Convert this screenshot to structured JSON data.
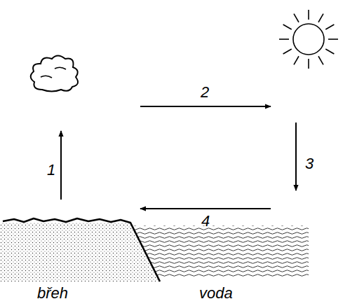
{
  "diagram": {
    "labels": [
      "1",
      "2",
      "3",
      "4",
      "břeh",
      "voda"
    ]
  }
}
